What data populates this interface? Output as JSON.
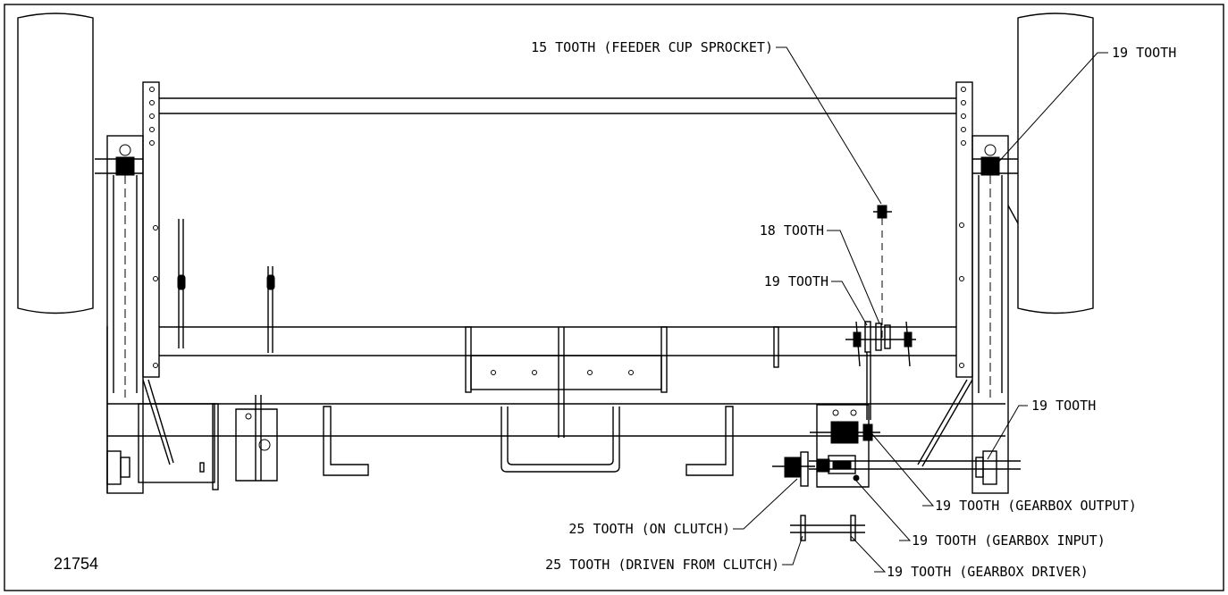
{
  "figure_number": "21754",
  "labels": {
    "feeder_cup": "15 TOOTH (FEEDER CUP SPROCKET)",
    "right_top": "19 TOOTH",
    "tooth18": "18 TOOTH",
    "tooth19_mid": "19 TOOTH",
    "right_lower": "19 TOOTH",
    "gearbox_output": "19 TOOTH (GEARBOX OUTPUT)",
    "on_clutch": "25 TOOTH (ON CLUTCH)",
    "gearbox_input": "19 TOOTH (GEARBOX INPUT)",
    "driven_from_clutch": "25 TOOTH (DRIVEN FROM CLUTCH)",
    "gearbox_driver": "19 TOOTH (GEARBOX DRIVER)"
  }
}
